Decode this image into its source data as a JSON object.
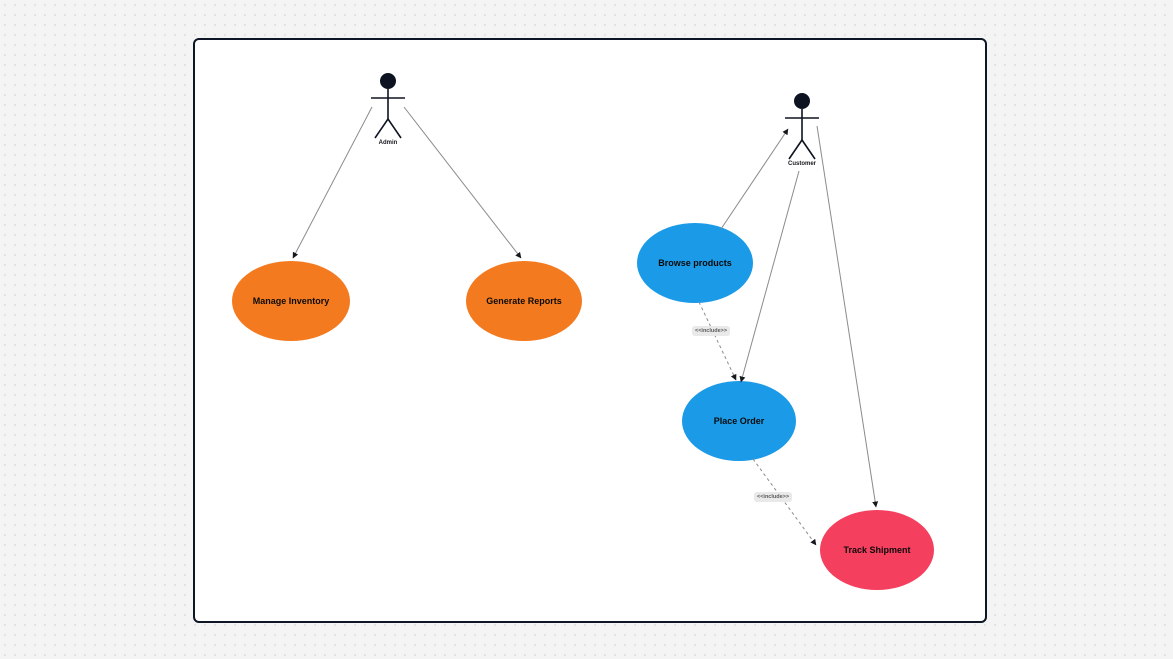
{
  "diagram": {
    "kind": "uml-use-case-diagram",
    "actors": [
      {
        "name": "Admin"
      },
      {
        "name": "Customer"
      }
    ],
    "use_cases": [
      {
        "label": "Manage Inventory",
        "color": "#f47a20"
      },
      {
        "label": "Generate Reports",
        "color": "#f47a20"
      },
      {
        "label": "Browse products",
        "color": "#1b9ae8"
      },
      {
        "label": "Place Order",
        "color": "#1b9ae8"
      },
      {
        "label": "Track Shipment",
        "color": "#f43f5e"
      }
    ],
    "edges": [
      {
        "from": "Admin",
        "to": "Manage Inventory",
        "style": "solid-arrow",
        "label": ""
      },
      {
        "from": "Admin",
        "to": "Generate Reports",
        "style": "solid-arrow",
        "label": ""
      },
      {
        "from": "Browse products",
        "to": "Customer",
        "style": "solid-arrow",
        "label": ""
      },
      {
        "from": "Customer",
        "to": "Place Order",
        "style": "solid-arrow",
        "label": ""
      },
      {
        "from": "Customer",
        "to": "Track Shipment",
        "style": "solid-arrow",
        "label": ""
      },
      {
        "from": "Browse products",
        "to": "Place Order",
        "style": "dashed-arrow",
        "label": "<<include>>"
      },
      {
        "from": "Place Order",
        "to": "Track Shipment",
        "style": "dashed-arrow",
        "label": "<<include>>"
      }
    ]
  }
}
